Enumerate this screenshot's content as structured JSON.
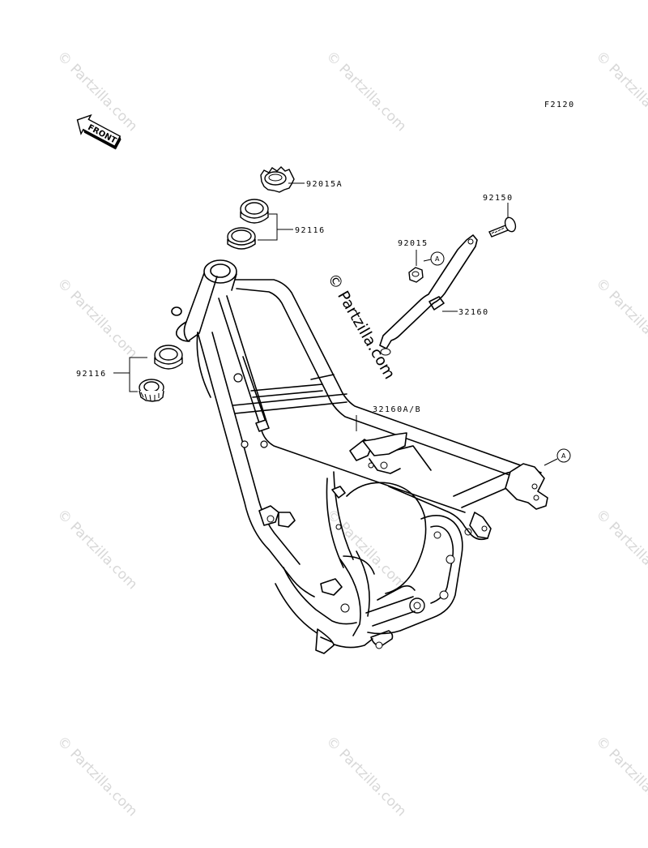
{
  "figure_code": "F2120",
  "front_arrow_label": "FRONT",
  "watermark": "© Partzilla.com",
  "center_watermark": "© Partzilla.com",
  "parts": {
    "stem_nut": "92015A",
    "upper_bearings": "92116",
    "lower_bearings": "92116",
    "bolt": "92150",
    "nut": "92015",
    "rear_bracket": "32160",
    "frame": "32160A/B"
  },
  "callout_letter": "A"
}
